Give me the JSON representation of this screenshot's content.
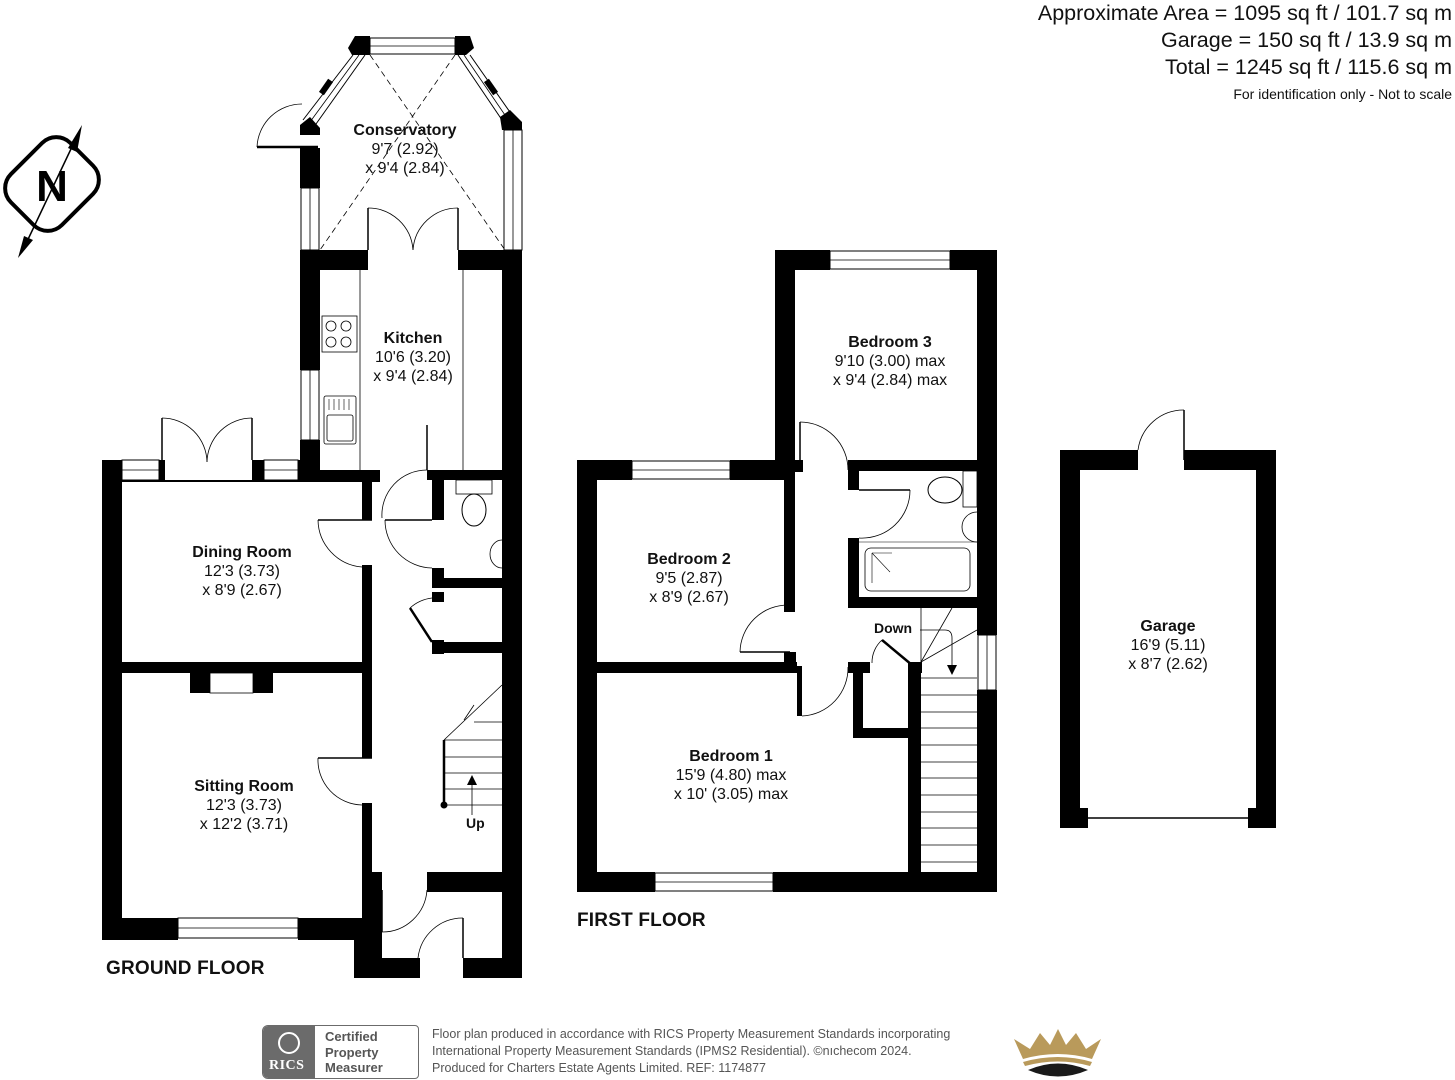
{
  "areas": {
    "approximate": "Approximate Area = 1095 sq ft / 101.7 sq m",
    "garage": "Garage = 150 sq ft / 13.9 sq m",
    "total": "Total = 1245 sq ft / 115.6 sq m",
    "note": "For identification only - Not to scale"
  },
  "compass": {
    "icon": "north-compass-icon",
    "letter": "N"
  },
  "ground_floor": {
    "title": "GROUND FLOOR",
    "stairs_label": "Up",
    "rooms": [
      {
        "name": "Conservatory",
        "dim1": "9'7 (2.92)",
        "dim2": "x 9'4 (2.84)"
      },
      {
        "name": "Kitchen",
        "dim1": "10'6 (3.20)",
        "dim2": "x 9'4 (2.84)"
      },
      {
        "name": "Dining Room",
        "dim1": "12'3 (3.73)",
        "dim2": "x 8'9 (2.67)"
      },
      {
        "name": "Sitting Room",
        "dim1": "12'3 (3.73)",
        "dim2": "x 12'2 (3.71)"
      }
    ]
  },
  "first_floor": {
    "title": "FIRST FLOOR",
    "stairs_label": "Down",
    "rooms": [
      {
        "name": "Bedroom 3",
        "dim1": "9'10 (3.00) max",
        "dim2": "x 9'4 (2.84) max"
      },
      {
        "name": "Bedroom 2",
        "dim1": "9'5 (2.87)",
        "dim2": "x 8'9 (2.67)"
      },
      {
        "name": "Bedroom 1",
        "dim1": "15'9 (4.80) max",
        "dim2": "x 10' (3.05) max"
      }
    ]
  },
  "garage": {
    "name": "Garage",
    "dim1": "16'9 (5.11)",
    "dim2": "x 8'7 (2.62)"
  },
  "footer": {
    "badge_brand": "RICS",
    "badge_lines": [
      "Certified",
      "Property",
      "Measurer"
    ],
    "notes": [
      "Floor plan produced in accordance with RICS Property Measurement Standards incorporating",
      "International Property Measurement Standards (IPMS2 Residential).   ©nıchecom 2024.",
      "Produced for Charters Estate Agents Limited.   REF:  1174877"
    ],
    "logo_icon": "crown-logo-icon",
    "colors": {
      "badge_grey": "#6b6b6b",
      "crown_gold": "#b99a5b",
      "crown_base": "#1a1a1a"
    }
  }
}
